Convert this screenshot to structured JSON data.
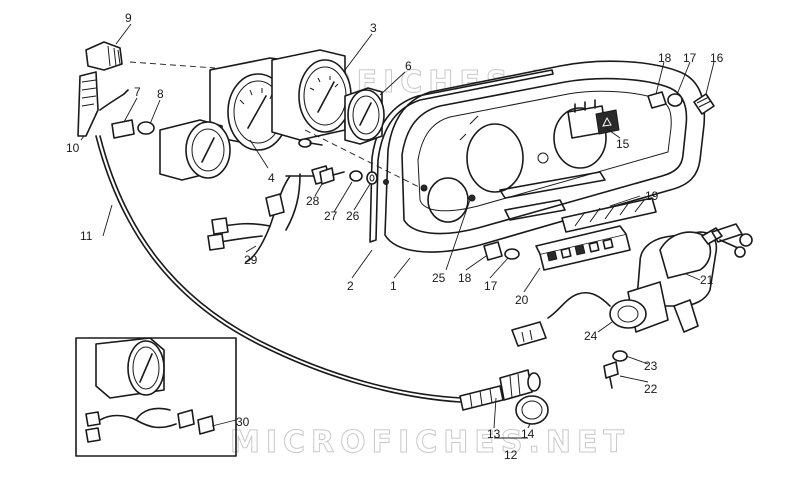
{
  "watermark": "MICROFICHES.NET",
  "callouts": {
    "c1": "1",
    "c2": "2",
    "c3": "3",
    "c4": "4",
    "c6": "6",
    "c7": "7",
    "c8": "8",
    "c9": "9",
    "c10": "10",
    "c11": "11",
    "c12": "12",
    "c13": "13",
    "c14": "14",
    "c15": "15",
    "c16": "16",
    "c17a": "17",
    "c17b": "17",
    "c18a": "18",
    "c18b": "18",
    "c19": "19",
    "c20": "20",
    "c21": "21",
    "c22": "22",
    "c23": "23",
    "c24": "24",
    "c25": "25",
    "c26": "26",
    "c27": "27",
    "c28": "28",
    "c29": "29",
    "c30": "30"
  }
}
